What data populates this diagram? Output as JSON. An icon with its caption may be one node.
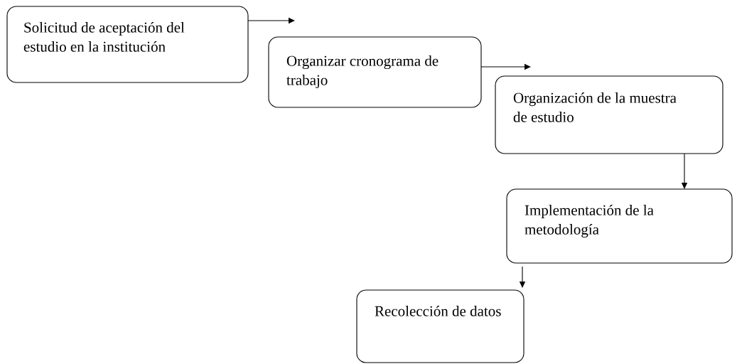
{
  "diagram": {
    "nodes": [
      {
        "text": [
          "Solicitud de aceptación del estudio en la institución"
        ]
      },
      {
        "text": [
          "Organizar cronograma de trabajo"
        ]
      },
      {
        "text": [
          "Organización de la muestra de estudio"
        ]
      },
      {
        "text": [
          "Implementación de la metodología"
        ]
      },
      {
        "text": [
          "Recolección de datos"
        ]
      }
    ],
    "edges": [
      {
        "from": 0,
        "to": 1,
        "arrow": "to"
      },
      {
        "from": 1,
        "to": 2,
        "arrow": "to"
      },
      {
        "from": 2,
        "to": 3,
        "arrow": "to"
      },
      {
        "from": 3,
        "to": 4,
        "arrow": "to"
      }
    ]
  }
}
